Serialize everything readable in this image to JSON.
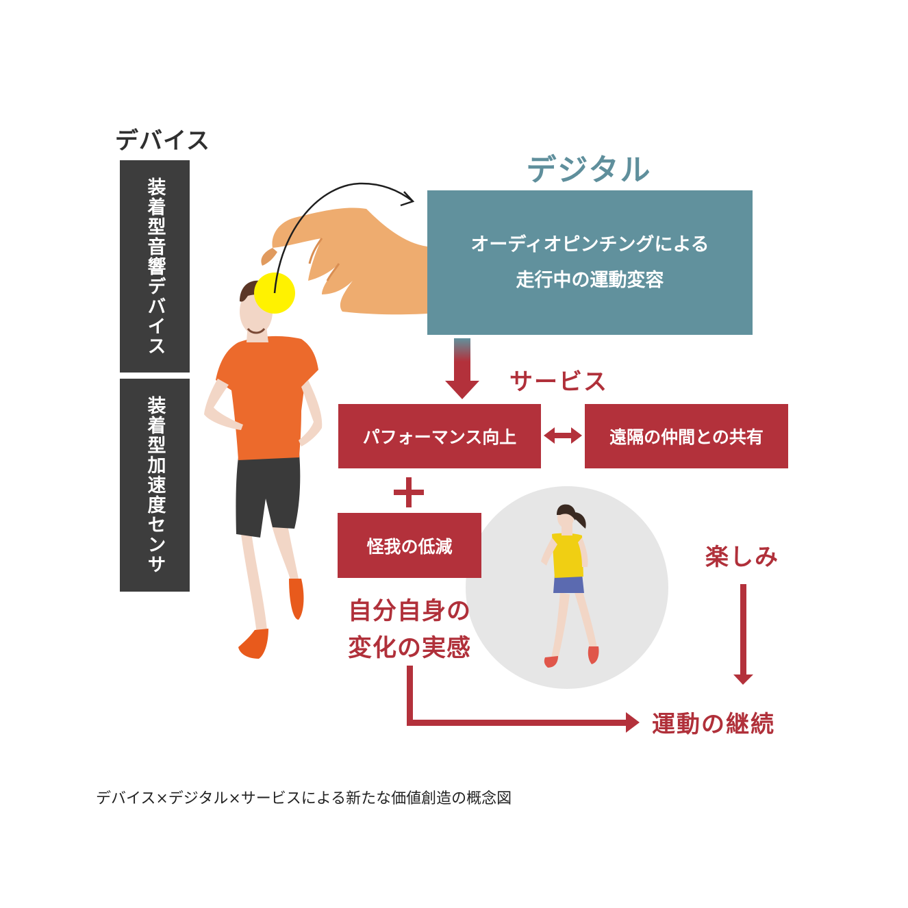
{
  "device": {
    "title": "デバイス",
    "items": [
      "装着型音響デバイス",
      "装着型加速度センサ"
    ]
  },
  "digital": {
    "title": "デジタル",
    "box_line1": "オーディオピンチングによる",
    "box_line2": "走行中の運動変容"
  },
  "service": {
    "title": "サービス",
    "performance": "パフォーマンス向上",
    "share": "遠隔の仲間との共有",
    "plus": "+",
    "injury": "怪我の低減"
  },
  "outcomes": {
    "self_line1": "自分自身の",
    "self_line2": "変化の実感",
    "fun": "楽しみ",
    "continue": "運動の継続"
  },
  "caption": "デバイス×デジタル×サービスによる新たな価値創造の概念図",
  "colors": {
    "device_box": "#3d3d3d",
    "digital": "#61919d",
    "service": "#b3313b",
    "circle": "#e6e6e6",
    "ball": "#fff200"
  }
}
